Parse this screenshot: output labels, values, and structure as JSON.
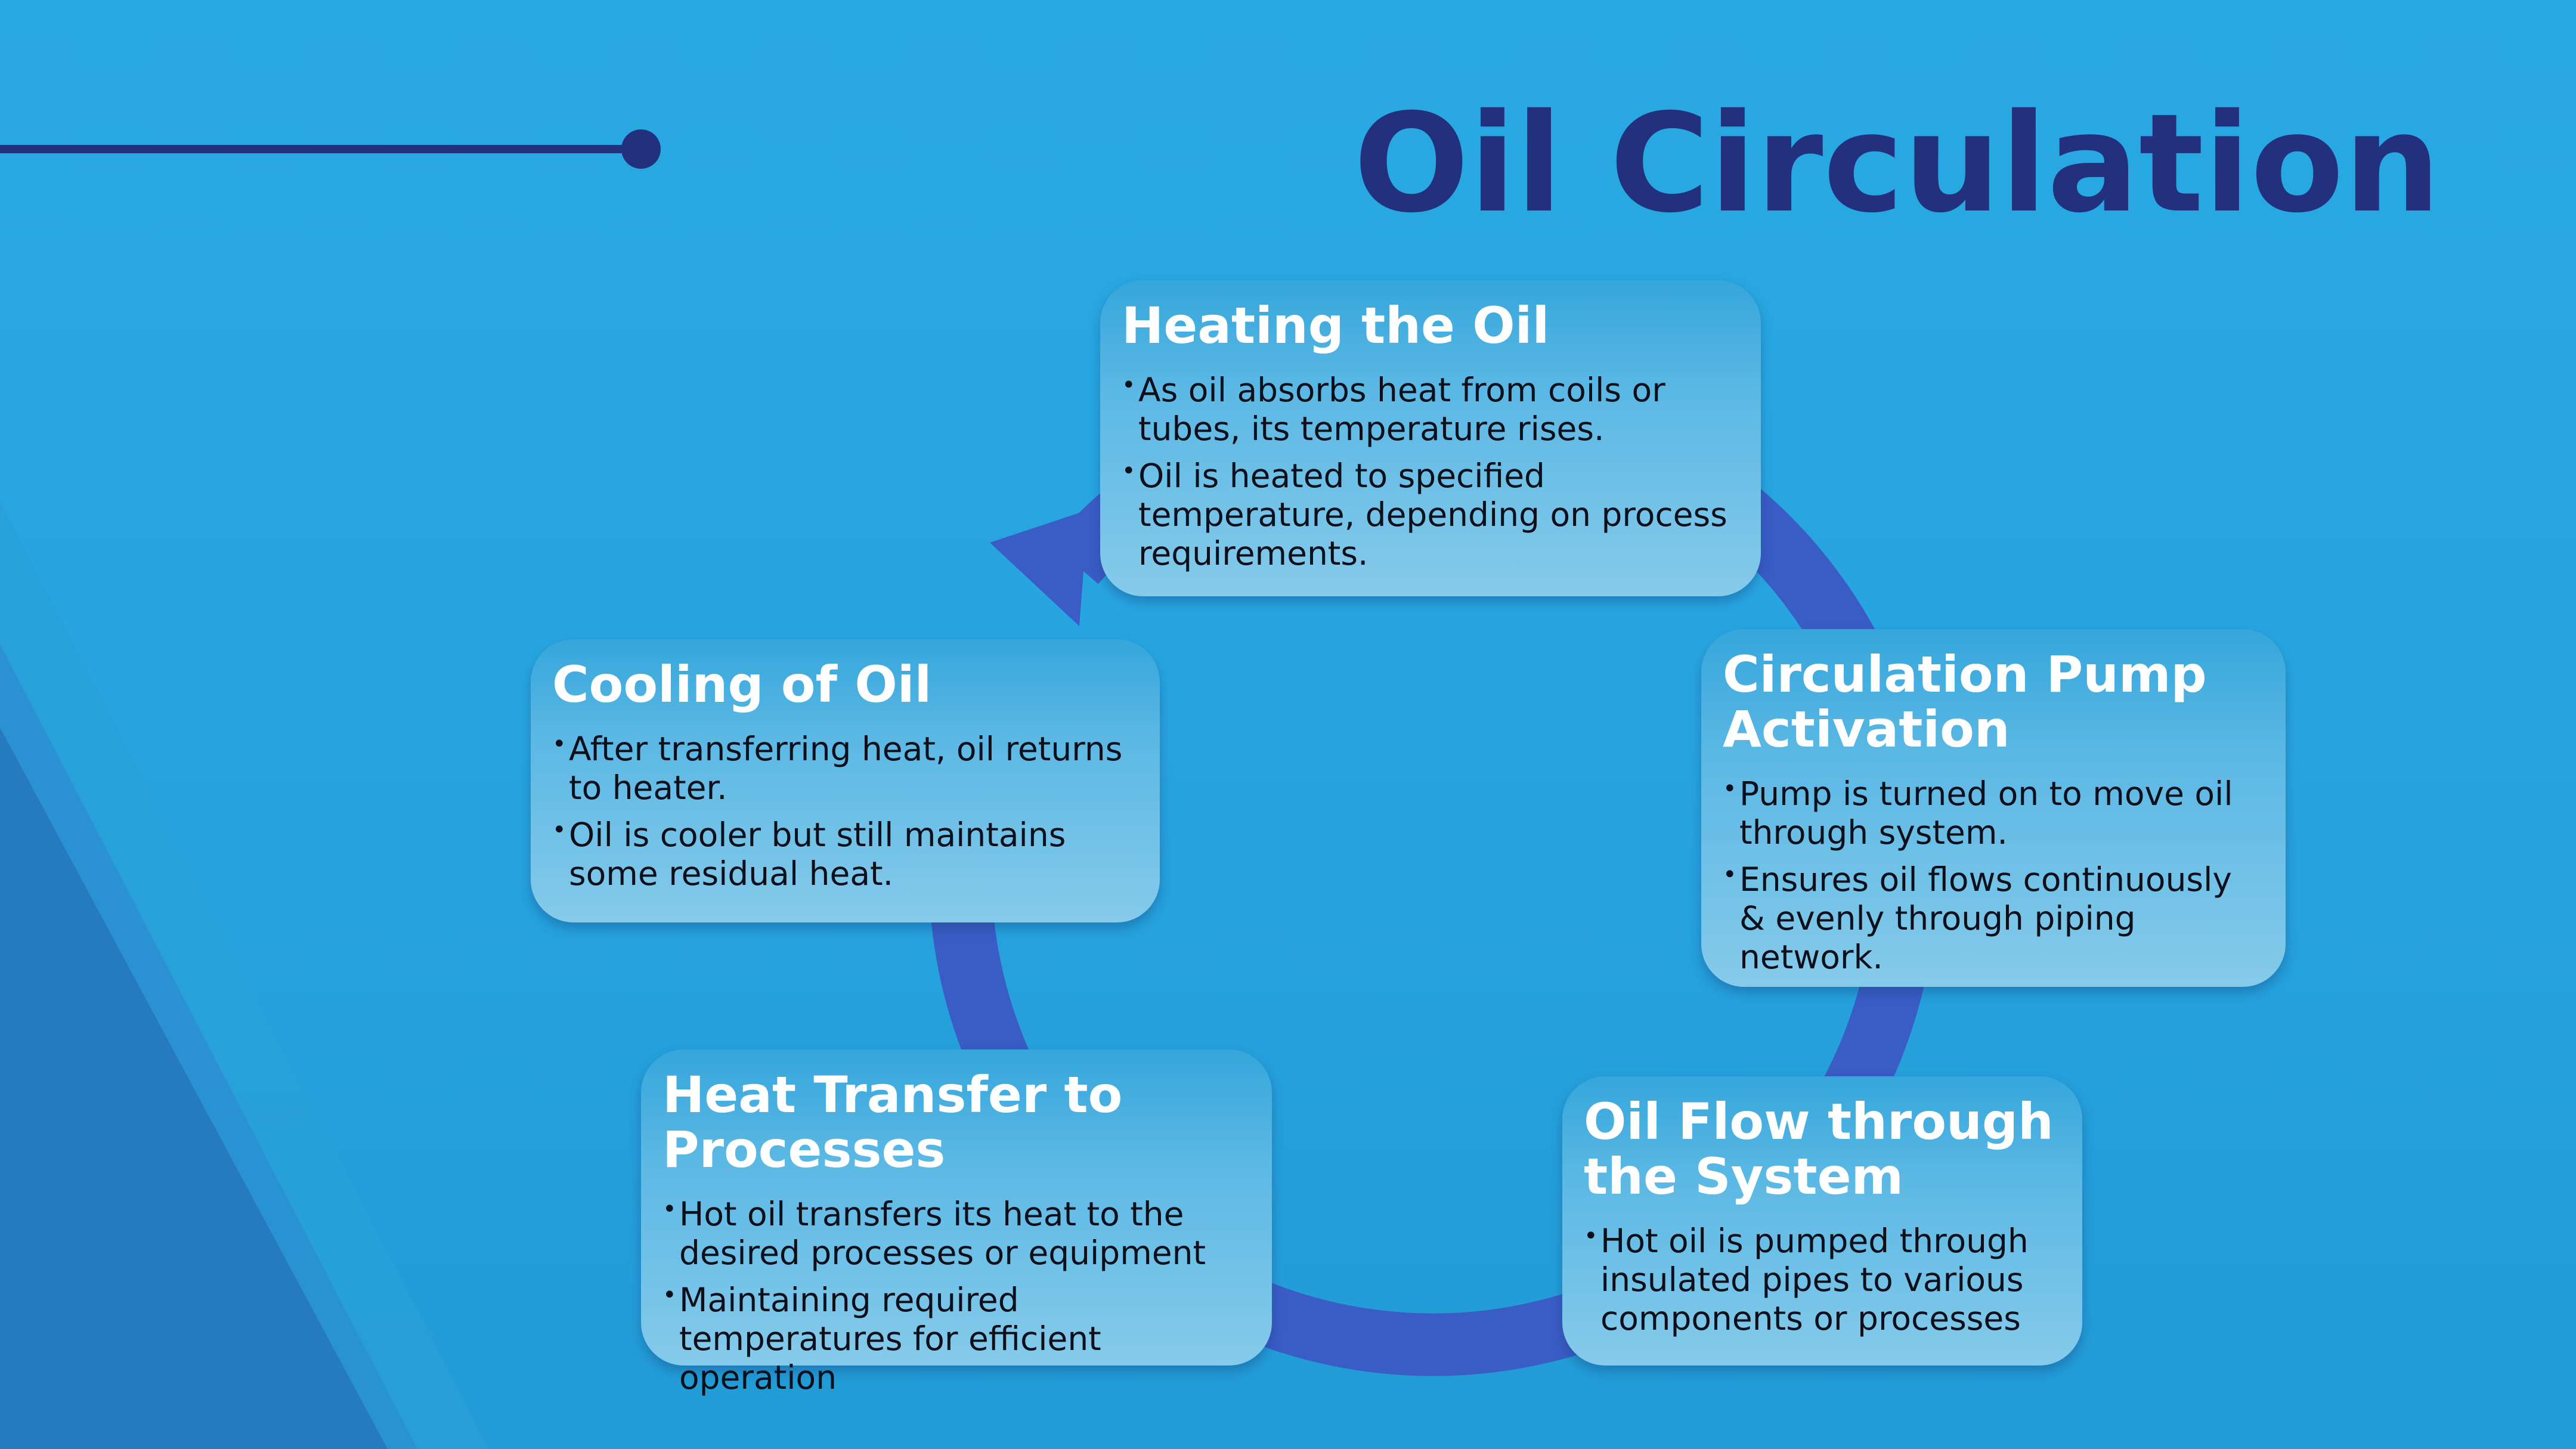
{
  "title": "Oil Circulation",
  "colors": {
    "background": "#27a4df",
    "title": "#22307e",
    "cycle_arrow": "#3a5cc5",
    "card_title": "#ffffff",
    "card_text": "#0d0f1a"
  },
  "cards": [
    {
      "title": "Heating the Oil",
      "bullets": [
        "As oil absorbs heat from coils or tubes, its temperature rises.",
        "Oil is heated to specified temperature, depending on process requirements."
      ]
    },
    {
      "title": "Circulation Pump Activation",
      "bullets": [
        "Pump is turned on to move oil through system.",
        "Ensures oil flows continuously & evenly through piping network."
      ]
    },
    {
      "title": "Oil Flow through the System",
      "bullets": [
        "Hot oil is pumped through insulated pipes to various components or processes"
      ]
    },
    {
      "title": "Heat Transfer to Processes",
      "bullets": [
        "Hot oil transfers its heat to the desired processes or equipment",
        "Maintaining required temperatures for efficient operation"
      ]
    },
    {
      "title": "Cooling of Oil",
      "bullets": [
        "After transferring heat, oil returns to heater.",
        "Oil is cooler but still maintains some residual heat."
      ]
    }
  ]
}
